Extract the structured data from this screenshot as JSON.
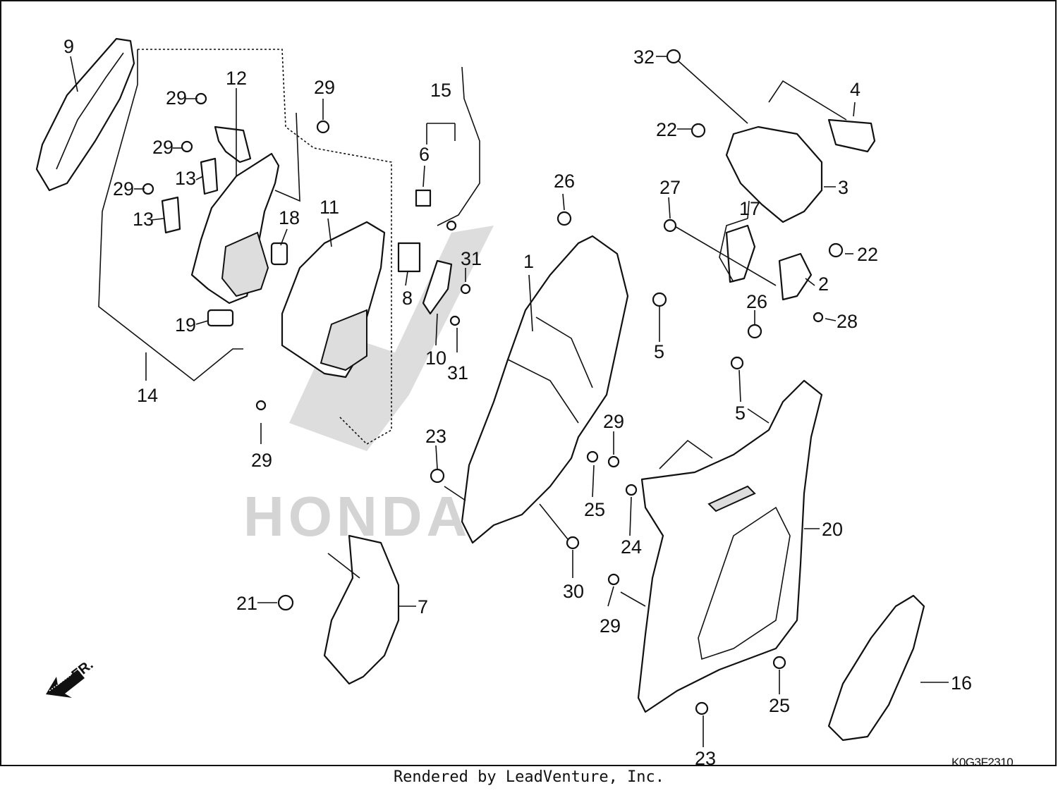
{
  "diagram": {
    "callouts": [
      "1",
      "2",
      "3",
      "4",
      "5",
      "5",
      "6",
      "7",
      "8",
      "9",
      "10",
      "11",
      "12",
      "13",
      "13",
      "14",
      "15",
      "16",
      "17",
      "18",
      "19",
      "20",
      "21",
      "22",
      "22",
      "23",
      "23",
      "24",
      "25",
      "25",
      "26",
      "26",
      "27",
      "28",
      "29",
      "29",
      "29",
      "29",
      "29",
      "29",
      "30",
      "31",
      "31",
      "32"
    ],
    "direction_label": "FR.",
    "watermark": "HONDA",
    "diagram_code": "K0G3F2310"
  },
  "footer": {
    "text": "Rendered by LeadVenture, Inc."
  }
}
